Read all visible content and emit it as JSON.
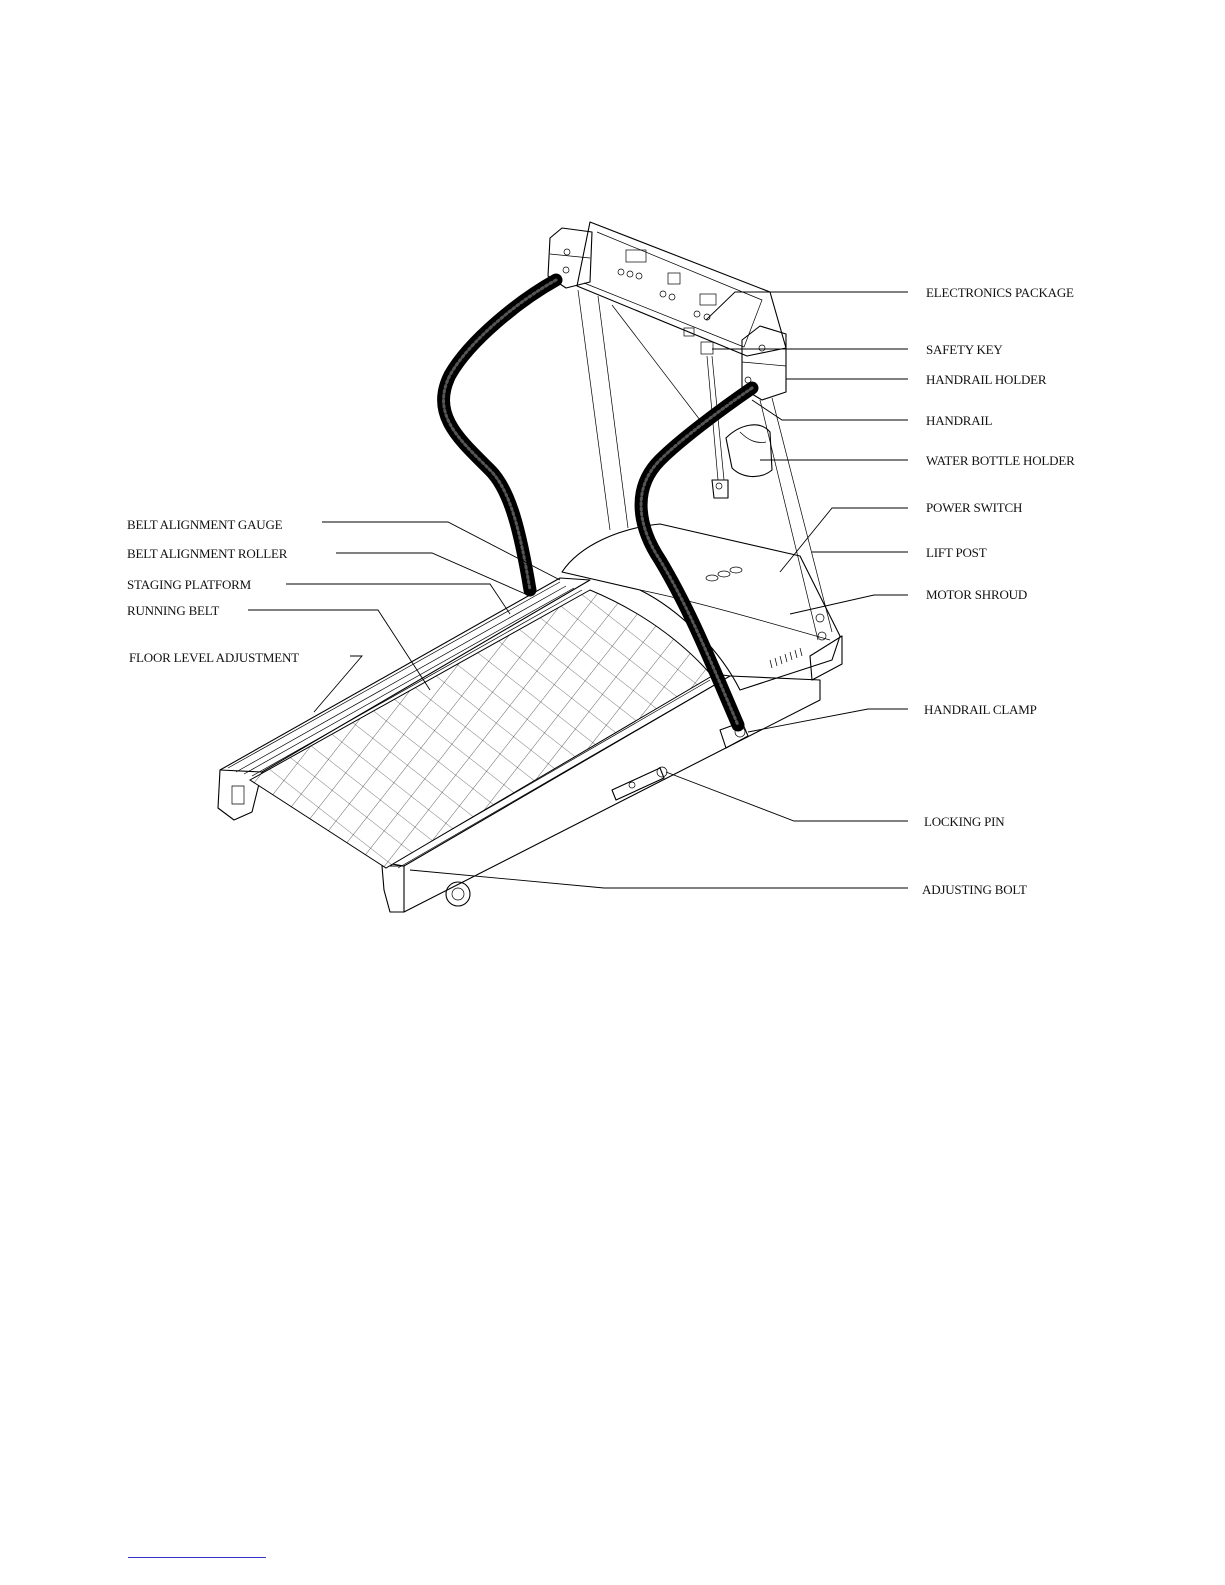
{
  "labels": {
    "electronics_package": "ELECTRONICS PACKAGE",
    "safety_key": "SAFETY KEY",
    "handrail_holder": "HANDRAIL HOLDER",
    "handrail": "HANDRAIL",
    "water_bottle_holder": "WATER BOTTLE HOLDER",
    "power_switch": "POWER SWITCH",
    "lift_post": "LIFT POST",
    "motor_shroud": "MOTOR SHROUD",
    "handrail_clamp": "HANDRAIL CLAMP",
    "locking_pin": "LOCKING PIN",
    "adjusting_bolt": "ADJUSTING BOLT",
    "belt_alignment_gauge": "BELT ALIGNMENT GAUGE",
    "belt_alignment_roller": "BELT ALIGNMENT ROLLER",
    "staging_platform": "STAGING PLATFORM",
    "running_belt": "RUNNING BELT",
    "floor_level_adjustment": "FLOOR LEVEL ADJUSTMENT"
  },
  "colors": {
    "ink": "#000000",
    "background": "#ffffff",
    "footer_rule": "#3333cc"
  }
}
